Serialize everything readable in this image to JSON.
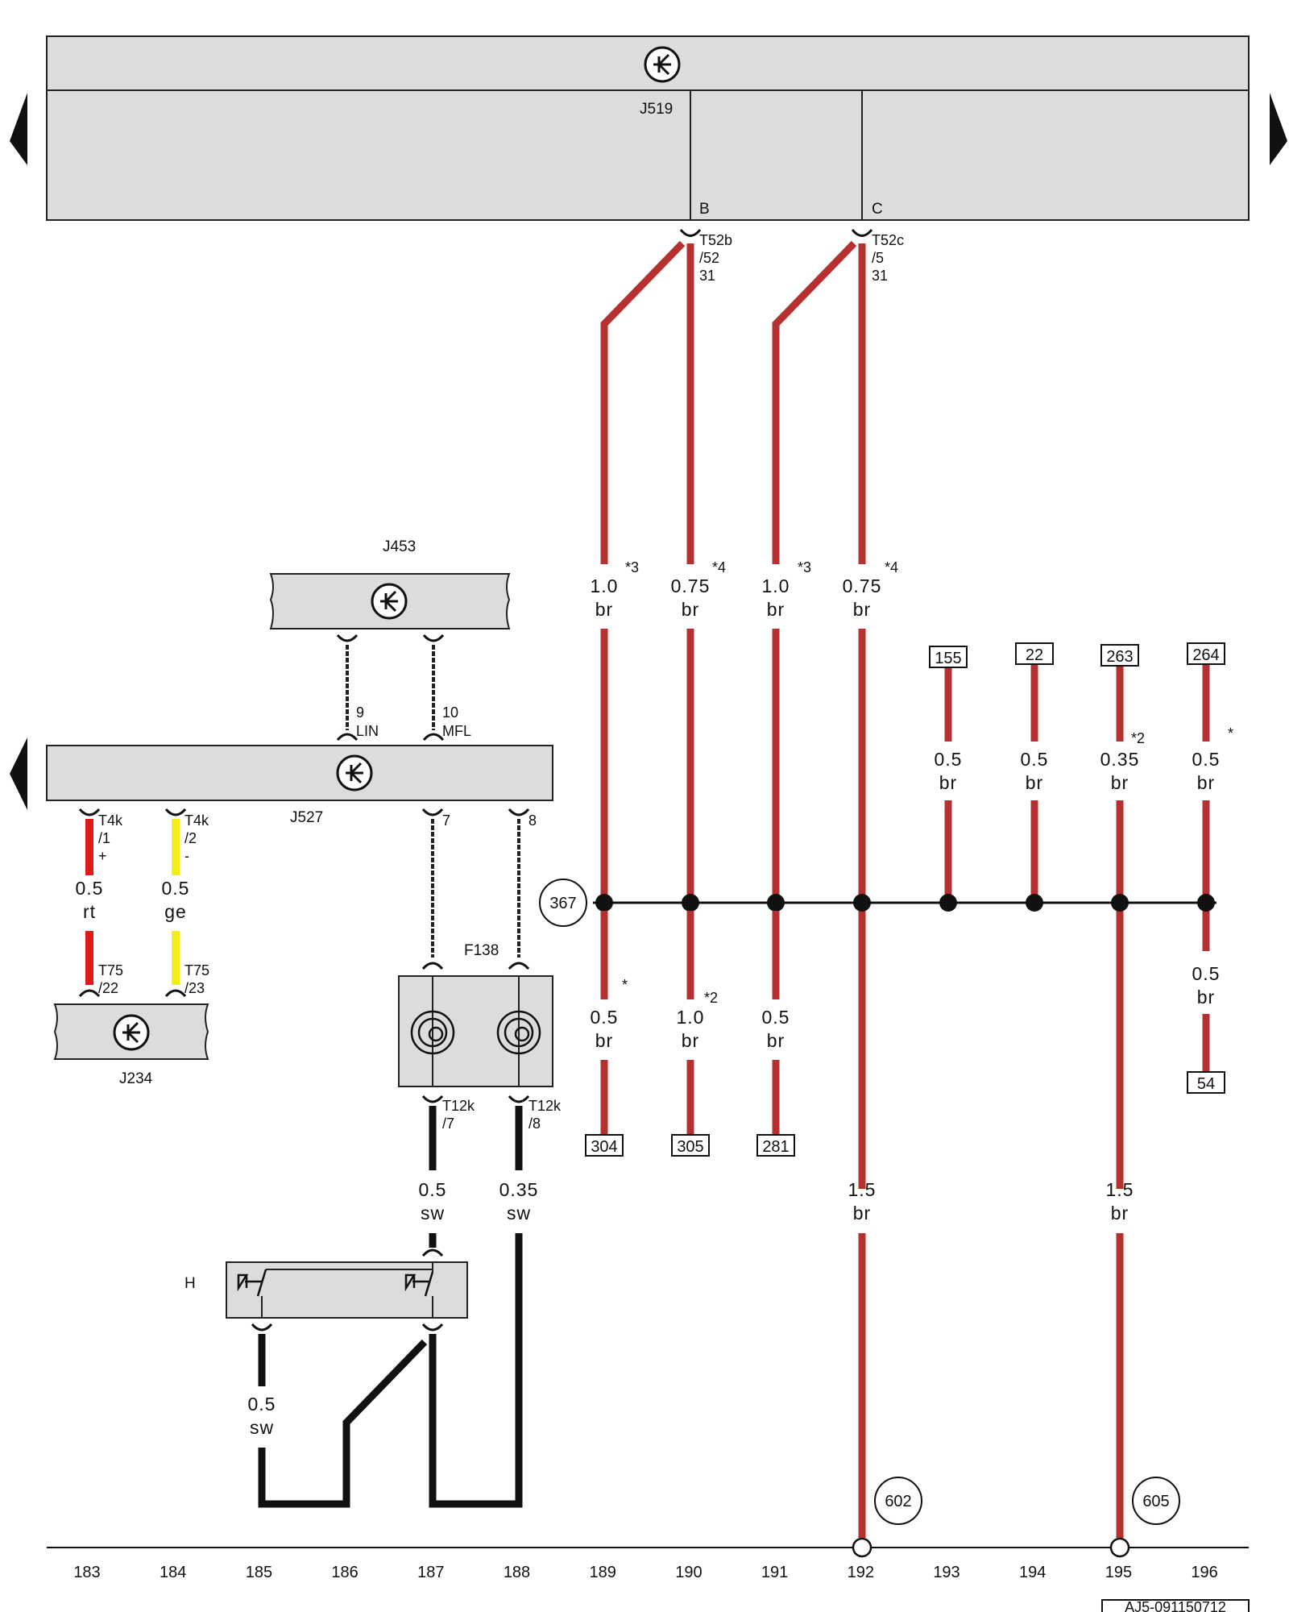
{
  "components": {
    "j519": {
      "name": "J519",
      "pins": {
        "b": "B",
        "c": "C"
      }
    },
    "j453": {
      "name": "J453"
    },
    "j527": {
      "name": "J527",
      "pin7": "7",
      "pin8": "8"
    },
    "j234": {
      "name": "J234"
    },
    "f138": {
      "name": "F138"
    },
    "h": {
      "name": "H"
    }
  },
  "connectors": {
    "t52b": {
      "l1": "T52b",
      "l2": "/52",
      "l3": "31"
    },
    "t52c": {
      "l1": "T52c",
      "l2": "/5",
      "l3": "31"
    },
    "lin": {
      "l1": "9",
      "l2": "LIN"
    },
    "mfl": {
      "l1": "10",
      "l2": "MFL"
    },
    "t4k1": {
      "l1": "T4k",
      "l2": "/1",
      "l3": "+"
    },
    "t4k2": {
      "l1": "T4k",
      "l2": "/2",
      "l3": "-"
    },
    "t75_22": {
      "l1": "T75",
      "l2": "/22"
    },
    "t75_23": {
      "l1": "T75",
      "l2": "/23"
    },
    "t12k7": {
      "l1": "T12k",
      "l2": "/7"
    },
    "t12k8": {
      "l1": "T12k",
      "l2": "/8"
    }
  },
  "wires": {
    "w189a": {
      "size": "1.0",
      "color": "br",
      "note": "*3"
    },
    "w190a": {
      "size": "0.75",
      "color": "br",
      "note": "*4"
    },
    "w191a": {
      "size": "1.0",
      "color": "br",
      "note": "*3"
    },
    "w192a": {
      "size": "0.75",
      "color": "br",
      "note": "*4"
    },
    "w193": {
      "size": "0.5",
      "color": "br"
    },
    "w194": {
      "size": "0.5",
      "color": "br"
    },
    "w195a": {
      "size": "0.35",
      "color": "br",
      "note": "*2"
    },
    "w196a": {
      "size": "0.5",
      "color": "br",
      "note": "*"
    },
    "w189b": {
      "size": "0.5",
      "color": "br",
      "note": "*"
    },
    "w190b": {
      "size": "1.0",
      "color": "br",
      "note": "*2"
    },
    "w191b": {
      "size": "0.5",
      "color": "br"
    },
    "w196b": {
      "size": "0.5",
      "color": "br"
    },
    "w192b": {
      "size": "1.5",
      "color": "br"
    },
    "w195b": {
      "size": "1.5",
      "color": "br"
    },
    "w183": {
      "size": "0.5",
      "color": "rt"
    },
    "w184": {
      "size": "0.5",
      "color": "ge"
    },
    "w187": {
      "size": "0.5",
      "color": "sw"
    },
    "w188": {
      "size": "0.35",
      "color": "sw"
    },
    "w185": {
      "size": "0.5",
      "color": "sw"
    }
  },
  "refs": {
    "r155": "155",
    "r22": "22",
    "r263": "263",
    "r264": "264",
    "r304": "304",
    "r305": "305",
    "r281": "281",
    "r54": "54"
  },
  "circles": {
    "c367": "367",
    "c602": "602",
    "c605": "605"
  },
  "ruler": [
    "183",
    "184",
    "185",
    "186",
    "187",
    "188",
    "189",
    "190",
    "191",
    "192",
    "193",
    "194",
    "195",
    "196"
  ],
  "footer_code": "AJ5-091150712"
}
